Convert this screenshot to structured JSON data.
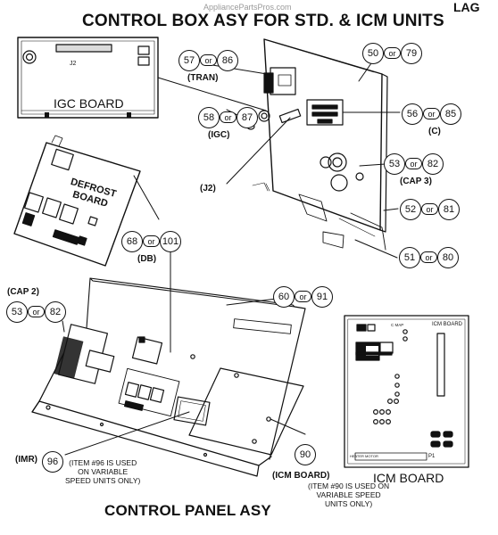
{
  "header": {
    "watermark": "AppliancePartsPros.com",
    "title": "CONTROL BOX ASY FOR STD. & ICM UNITS",
    "corner_text": "LAG"
  },
  "footer": {
    "title": "CONTROL PANEL ASY"
  },
  "boards": {
    "igc_board": "IGC BOARD",
    "igc_j2": "J2",
    "defrost_line1": "DEFROST",
    "defrost_line2": "BOARD",
    "icm_board_title": "ICM BOARD",
    "icm_board_small": "ICM BOARD",
    "icm_c_map": "C MAP",
    "icm_heater_motor": "HEATER MOTOR",
    "icm_p1": "P1"
  },
  "callouts": [
    {
      "id": "tran",
      "a": "57",
      "b": "86",
      "label": "(TRAN)"
    },
    {
      "id": "panel",
      "a": "50",
      "b": "79",
      "label": ""
    },
    {
      "id": "igc",
      "a": "58",
      "b": "87",
      "label": "(IGC)"
    },
    {
      "id": "c",
      "a": "56",
      "b": "85",
      "label": "(C)"
    },
    {
      "id": "cap3",
      "a": "53",
      "b": "82",
      "label": "(CAP 3)"
    },
    {
      "id": "bracket",
      "a": "52",
      "b": "81",
      "label": ""
    },
    {
      "id": "cover",
      "a": "51",
      "b": "80",
      "label": ""
    },
    {
      "id": "db",
      "a": "68",
      "b": "101",
      "label": "(DB)"
    },
    {
      "id": "cap2",
      "a": "53",
      "b": "82",
      "label": "(CAP 2)"
    },
    {
      "id": "control-panel",
      "a": "60",
      "b": "91",
      "label": ""
    }
  ],
  "or_word": "or",
  "j2_label": "(J2)",
  "imr": {
    "label": "(IMR)",
    "num": "96",
    "note": [
      "(ITEM #96 IS USED",
      "ON VARIABLE",
      "SPEED UNITS ONLY)"
    ]
  },
  "icm": {
    "num": "90",
    "label": "(ICM BOARD)",
    "note": [
      "(ITEM #90 IS USED ON",
      "VARIABLE SPEED",
      "UNITS ONLY)"
    ]
  }
}
